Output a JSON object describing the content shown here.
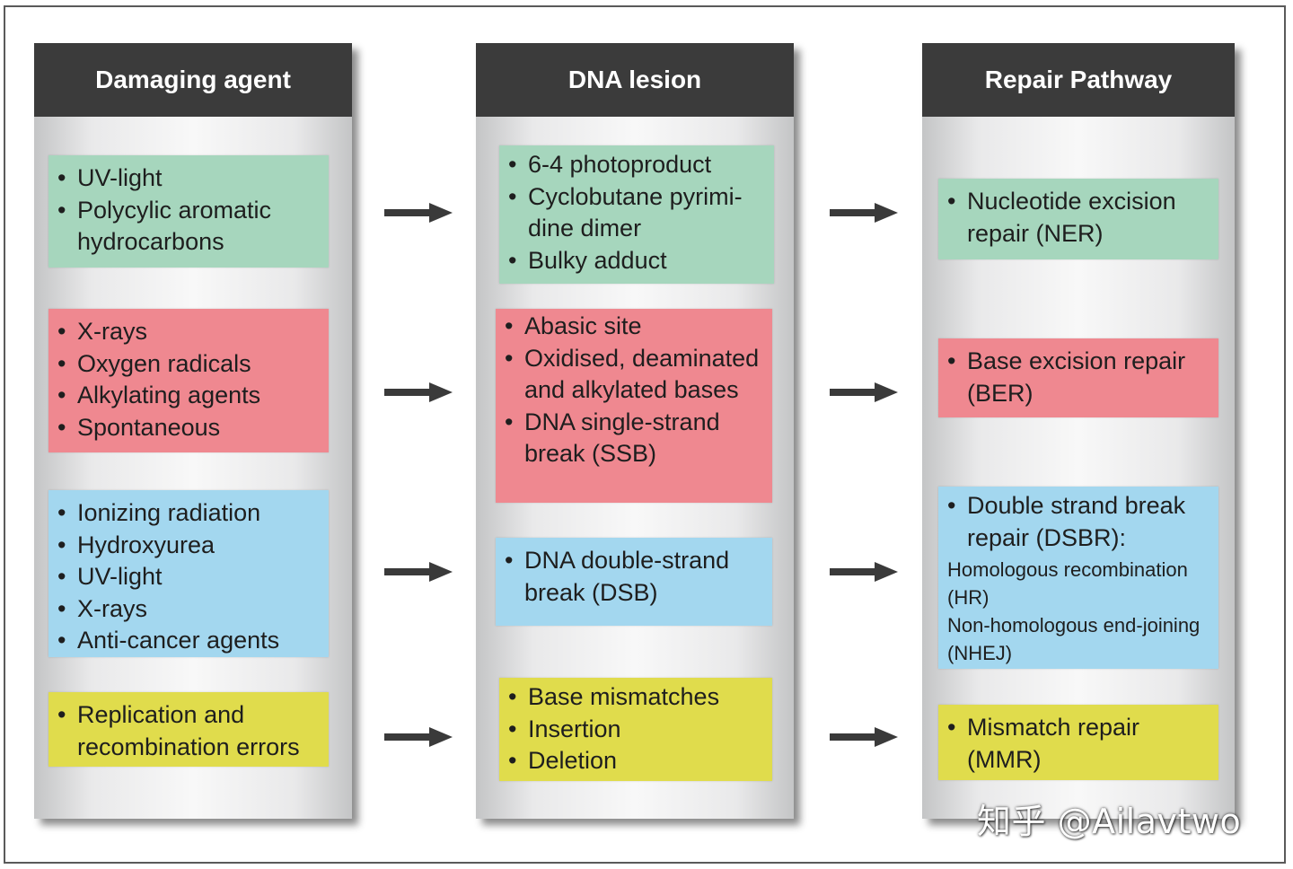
{
  "columns": [
    {
      "title": "Damaging agent",
      "boxes": [
        {
          "items": [
            "UV-light",
            "Polycylic aromatic hydrocarbons"
          ]
        },
        {
          "items": [
            "X-rays",
            "Oxygen radicals",
            "Alkylating agents",
            "Spontaneous"
          ]
        },
        {
          "items": [
            "Ionizing radiation",
            "Hydroxyurea",
            "UV-light",
            "X-rays",
            "Anti-cancer agents"
          ]
        },
        {
          "items": [
            "Replication and recombination errors"
          ]
        }
      ]
    },
    {
      "title": "DNA lesion",
      "boxes": [
        {
          "items": [
            "6-4 photoproduct",
            "Cyclobutane pyrimi-",
            "dine dimer",
            "Bulky adduct"
          ]
        },
        {
          "items": [
            "Abasic site",
            "Oxidised, deaminated and alkylated bases",
            "DNA single-strand break (SSB)"
          ]
        },
        {
          "items": [
            "DNA double-strand break (DSB)"
          ]
        },
        {
          "items": [
            "Base mismatches",
            "Insertion",
            "Deletion"
          ]
        }
      ]
    },
    {
      "title": "Repair Pathway",
      "boxes": [
        {
          "items": [
            "Nucleotide excision repair (NER)"
          ]
        },
        {
          "items": [
            "Base excision repair (BER)"
          ]
        },
        {
          "items": [
            "Double strand break repair (DSBR):"
          ],
          "sub": [
            "Homologous recombination (HR)",
            "Non-homologous end-joining (NHEJ)"
          ]
        },
        {
          "items": [
            "Mismatch repair (MMR)"
          ]
        }
      ]
    }
  ],
  "watermark": "知乎 @Ailavtwo",
  "colors": {
    "header": "#3b3b3b",
    "green": "#a6d6bd",
    "red": "#ef8890",
    "blue": "#a3d7ef",
    "yellow": "#e0dc4c",
    "arrow": "#3a3a3a"
  }
}
